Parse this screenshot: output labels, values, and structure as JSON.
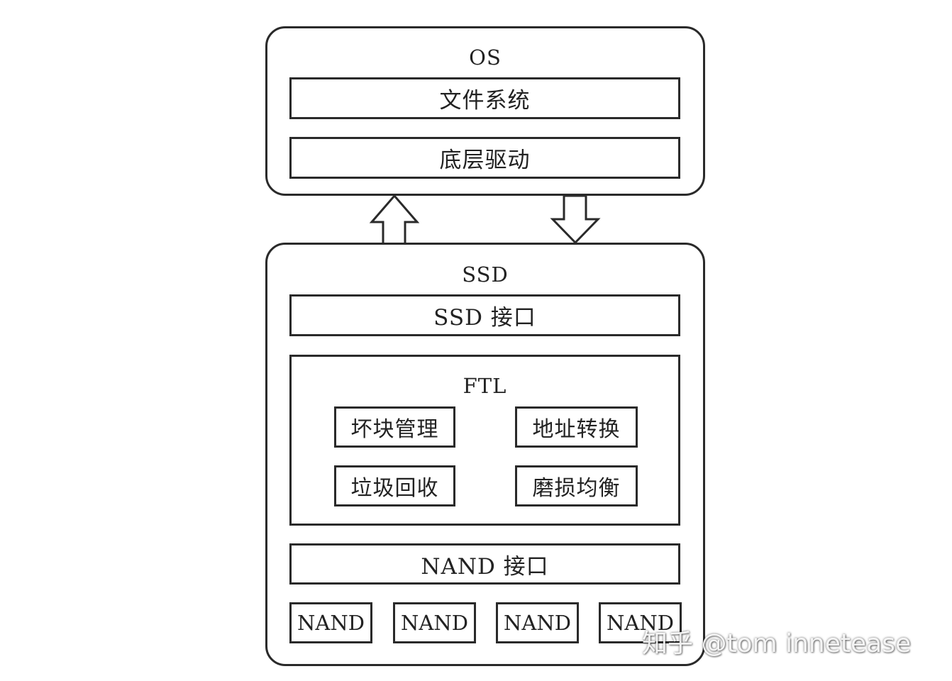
{
  "os": {
    "title": "OS",
    "layers": [
      "文件系统",
      "底层驱动"
    ]
  },
  "ssd": {
    "title": "SSD",
    "interface": "SSD 接口",
    "ftl": {
      "title": "FTL",
      "modules": [
        "坏块管理",
        "地址转换",
        "垃圾回收",
        "磨损均衡"
      ]
    },
    "nand_interface": "NAND 接口",
    "nand_chips": [
      "NAND",
      "NAND",
      "NAND",
      "NAND"
    ]
  },
  "watermark": "知乎 @tom innetease"
}
